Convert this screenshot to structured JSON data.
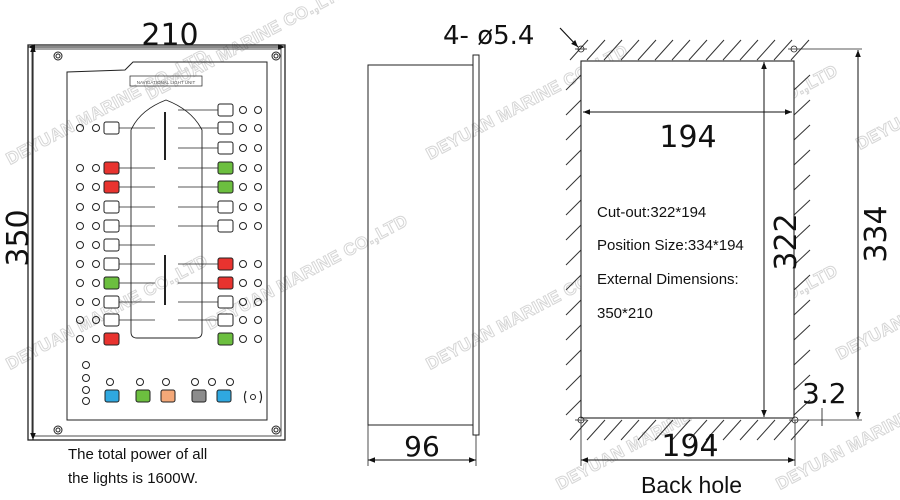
{
  "front_view": {
    "width_dim": "210",
    "height_dim": "350",
    "panel_title": "NAVIGATIONAL LIGHT UNIT",
    "left_rows": [
      "#ffffff",
      "#e8332f",
      "#e8332f",
      "#ffffff",
      "#ffffff",
      "#ffffff",
      "#ffffff",
      "#6cbf3f",
      "#ffffff",
      "#ffffff",
      "#e8332f"
    ],
    "right_rows": [
      "#ffffff",
      "#ffffff",
      "#ffffff",
      "#6cbf3f",
      "#6cbf3f",
      "#ffffff",
      "#ffffff",
      "#e8332f",
      "#e8332f",
      "#ffffff",
      "#ffffff",
      "#6cbf3f"
    ],
    "bottom_buttons": [
      "#2fa8e0",
      "#6cbf3f",
      "#f4a878",
      "#8c8c8c",
      "#2fa8e0"
    ],
    "caption_line1": "The total power of all",
    "caption_line2": "the lights is 1600W."
  },
  "side_view": {
    "depth_dim": "96",
    "hole_label": "4- ø5.4"
  },
  "back_hole": {
    "inner_width_dim": "194",
    "cutout_height_dim": "322",
    "position_height_dim": "334",
    "offset_dim": "3.2",
    "bottom_width_dim": "194",
    "title": "Back hole",
    "notes": [
      "Cut-out:322*194",
      "Position Size:334*194",
      "External Dimensions:",
      "350*210"
    ]
  },
  "watermark": "DEYUAN MARINE CO.,LTD",
  "colors": {
    "line": "#222222",
    "hatch": "#333333",
    "watermark": "#d6d6d6"
  }
}
